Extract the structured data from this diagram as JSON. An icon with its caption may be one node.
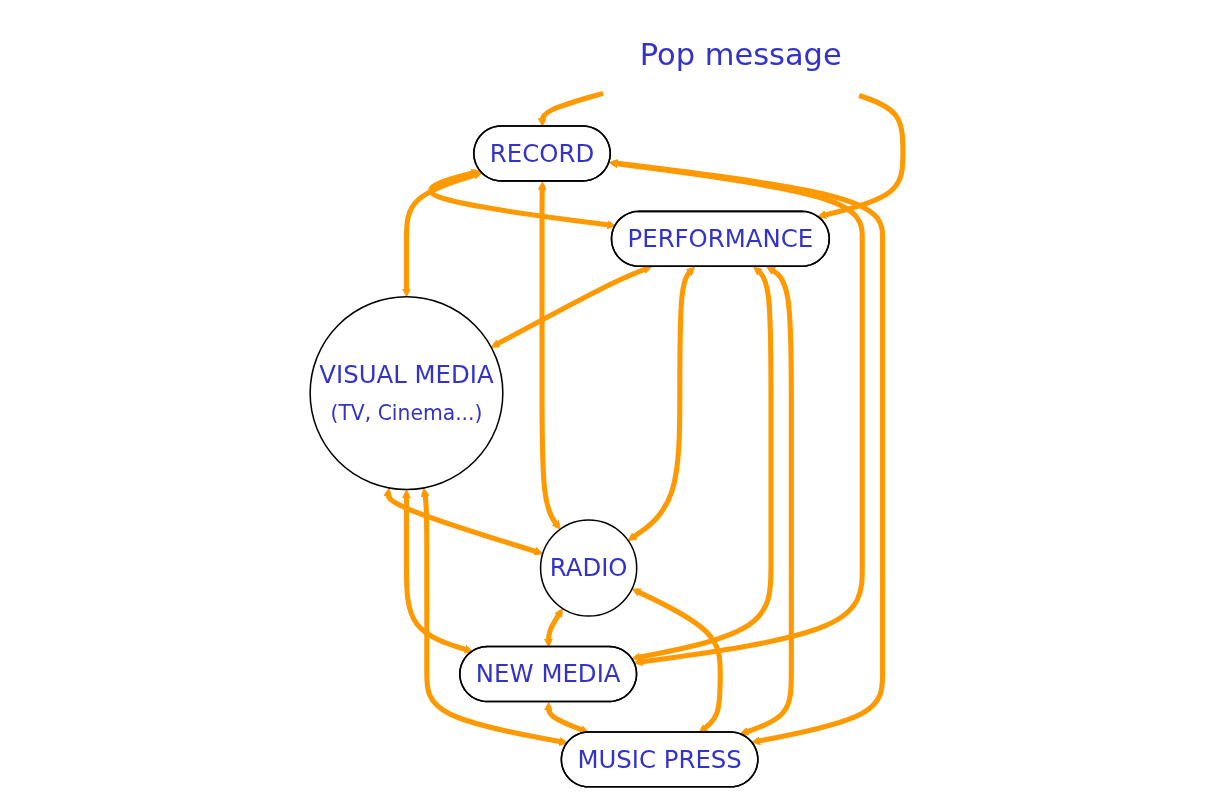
{
  "diagram": {
    "nodes": [
      {
        "text": [
          "Pop message"
        ]
      },
      {
        "text": [
          "RECORD"
        ]
      },
      {
        "text": [
          "PERFORMANCE"
        ]
      },
      {
        "text": [
          "VISUAL MEDIA",
          "(TV, Cinema...)"
        ]
      },
      {
        "text": [
          "RADIO"
        ]
      },
      {
        "text": [
          "NEW MEDIA"
        ]
      },
      {
        "text": [
          "MUSIC PRESS"
        ]
      }
    ],
    "edges": [
      {
        "from": 0,
        "to": 1,
        "arrow": "to"
      },
      {
        "from": 0,
        "to": 2,
        "arrow": "to"
      },
      {
        "from": 1,
        "to": 2,
        "arrow": "both"
      },
      {
        "from": 1,
        "to": 3,
        "arrow": "both"
      },
      {
        "from": 1,
        "to": 4,
        "arrow": "both"
      },
      {
        "from": 1,
        "to": 5,
        "arrow": "both"
      },
      {
        "from": 1,
        "to": 6,
        "arrow": "both"
      },
      {
        "from": 2,
        "to": 3,
        "arrow": "both"
      },
      {
        "from": 2,
        "to": 4,
        "arrow": "both"
      },
      {
        "from": 2,
        "to": 5,
        "arrow": "both"
      },
      {
        "from": 2,
        "to": 6,
        "arrow": "both"
      },
      {
        "from": 3,
        "to": 4,
        "arrow": "both"
      },
      {
        "from": 3,
        "to": 5,
        "arrow": "both"
      },
      {
        "from": 3,
        "to": 6,
        "arrow": "both"
      },
      {
        "from": 4,
        "to": 5,
        "arrow": "both"
      },
      {
        "from": 4,
        "to": 6,
        "arrow": "both"
      },
      {
        "from": 5,
        "to": 6,
        "arrow": "both"
      }
    ]
  }
}
